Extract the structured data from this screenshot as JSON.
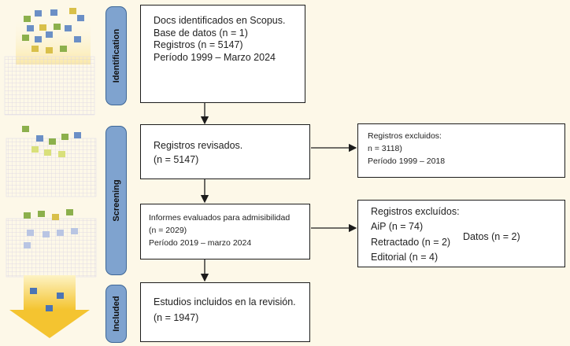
{
  "stages": {
    "identification": "Identification",
    "screening": "Screening",
    "included": "Included"
  },
  "boxes": {
    "identification": [
      "Docs identificados en Scopus.",
      "Base de datos (n = 1)",
      "Registros (n = 5147)",
      "Período 1999 – Marzo 2024"
    ],
    "screened": [
      "Registros revisados.",
      "(n = 5147)"
    ],
    "excluded1": [
      "Registros excluidos:",
      "n =  3118)",
      "Período 1999 – 2018"
    ],
    "eligibility": [
      "Informes evaluados para admisibilidad",
      "(n = 2029)",
      "Período 2019 – marzo 2024"
    ],
    "excluded2": {
      "title": "Registros excluídos:",
      "aip": "AiP (n = 74)",
      "retracted": "Retractado (n = 2)",
      "datos": "Datos (n = 2)",
      "editorial": "Editorial (n = 4)"
    },
    "included": [
      "Estudios incluidos en la revisión.",
      "(n = 1947)"
    ]
  },
  "colors": {
    "tab_fill": "#7fa3cf",
    "tab_border": "#3e6797",
    "background": "#fdf8e8",
    "arrow": "#1c1c1c",
    "funnel_top": "#fbe89a",
    "funnel_bottom": "#f4c430"
  }
}
